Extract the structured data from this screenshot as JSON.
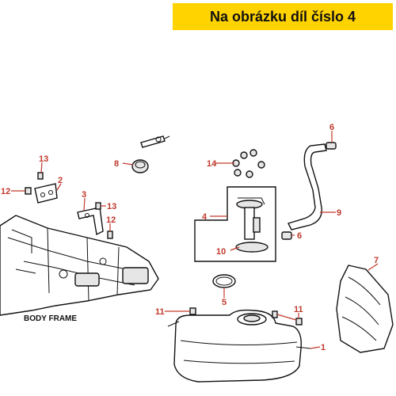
{
  "banner": {
    "text": "Na obrázku díl číslo 4"
  },
  "labels": {
    "body_frame": "BODY FRAME",
    "p1": "1",
    "p2": "2",
    "p3": "3",
    "p4": "4",
    "p5": "5",
    "p6a": "6",
    "p6b": "6",
    "p7": "7",
    "p8": "8",
    "p9": "9",
    "p10": "10",
    "p11a": "11",
    "p11b": "11",
    "p12a": "12",
    "p12b": "12",
    "p13a": "13",
    "p13b": "13",
    "p14": "14"
  },
  "colors": {
    "banner": "#ffd300",
    "label": "#c0392b",
    "lines": "#111111"
  }
}
